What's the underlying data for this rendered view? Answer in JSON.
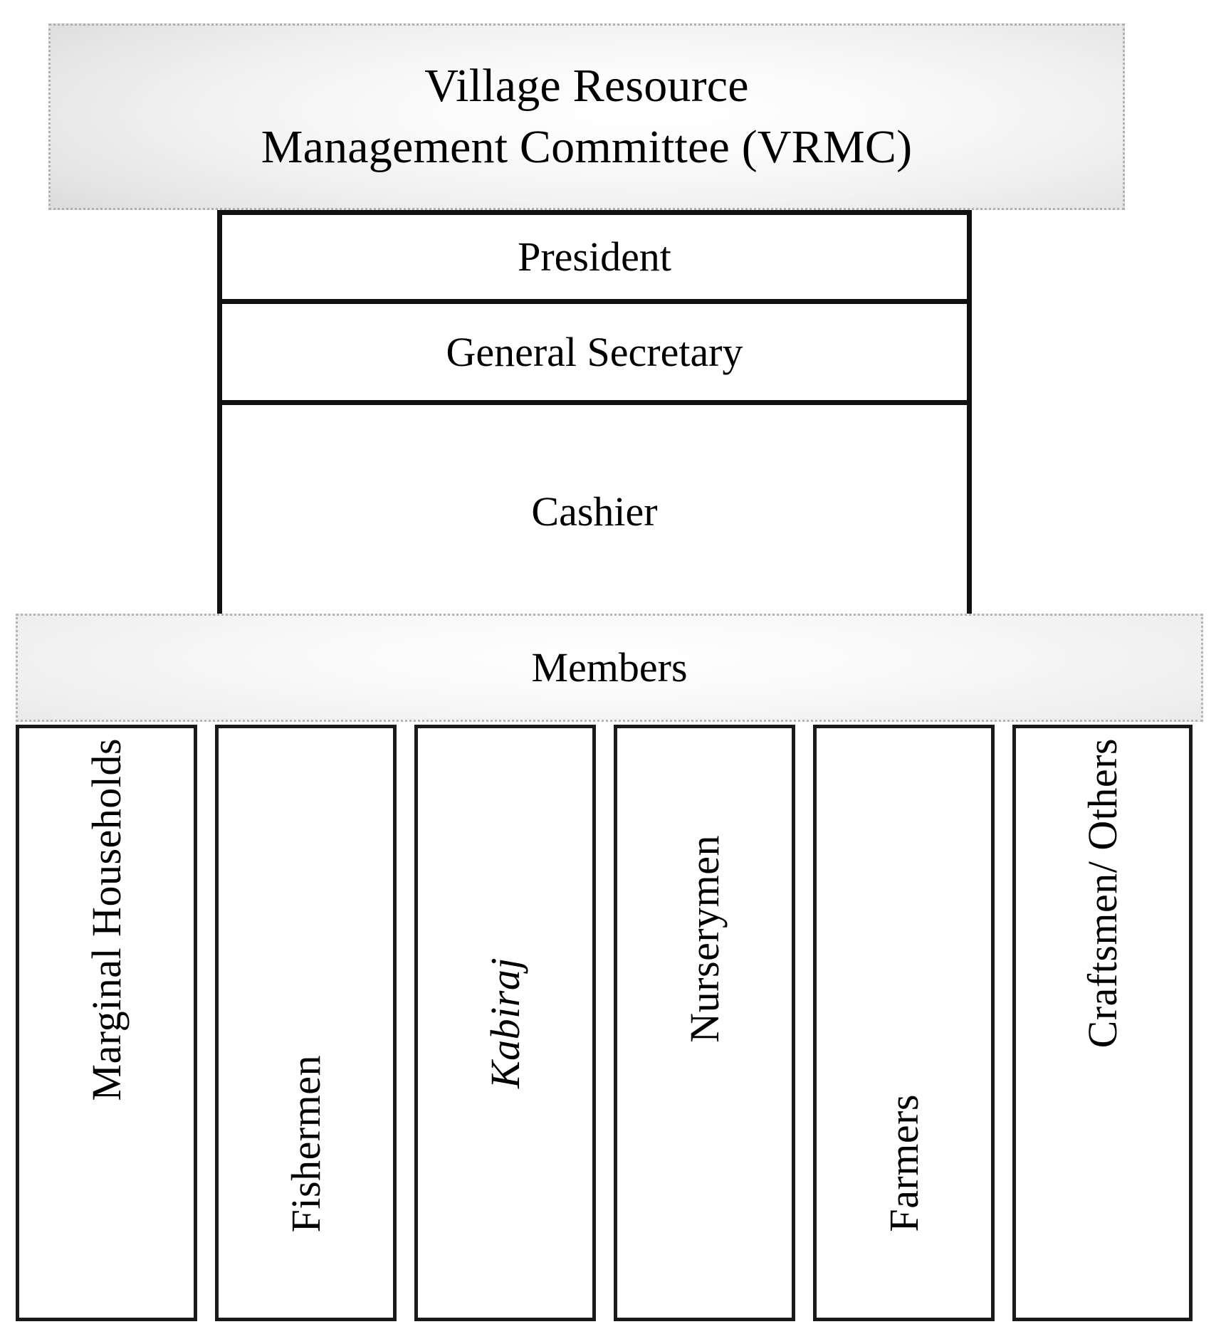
{
  "diagram": {
    "title_line1": "Village Resource",
    "title_line2": "Management Committee (VRMC)",
    "banner_title": "Village Resource\nManagement Committee (VRMC)",
    "officers": [
      {
        "label": "President"
      },
      {
        "label": "General Secretary"
      },
      {
        "label": "Cashier"
      }
    ],
    "members_heading": "Members",
    "member_groups": [
      {
        "label": "Marginal Households",
        "italic": false
      },
      {
        "label": "Fishermen",
        "italic": false
      },
      {
        "label": "Kabiraj",
        "italic": true
      },
      {
        "label": "Nurserymen",
        "italic": false
      },
      {
        "label": "Farmers",
        "italic": false
      },
      {
        "label": "Craftsmen/ Others",
        "italic": false
      }
    ],
    "colors": {
      "banner_border": "#b0b0b0",
      "banner_fill_light": "#ffffff",
      "banner_fill_dark": "#dcdcdc",
      "box_border": "#111111",
      "box_fill": "#ffffff",
      "text": "#000000"
    }
  }
}
